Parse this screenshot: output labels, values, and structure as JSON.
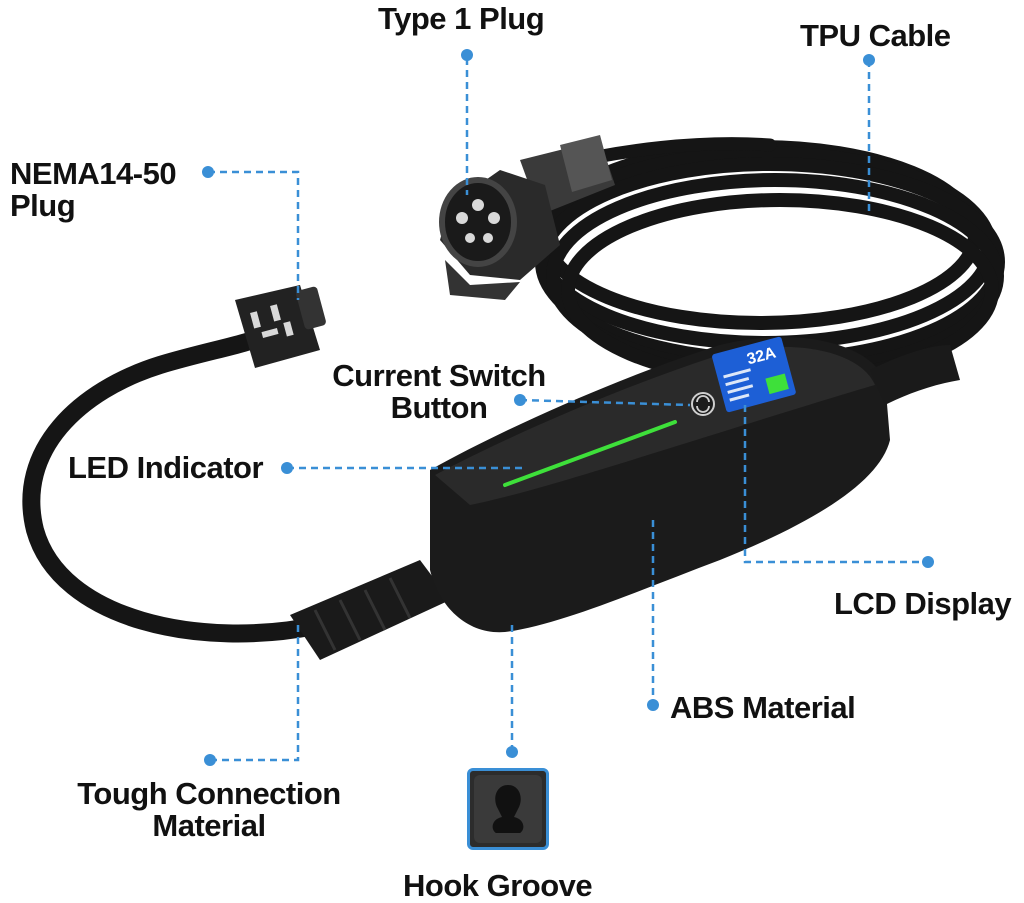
{
  "labels": {
    "type1_plug": "Type 1 Plug",
    "tpu_cable": "TPU Cable",
    "nema_plug_line1": "NEMA14-50",
    "nema_plug_line2": "Plug",
    "current_switch_line1": "Current Switch",
    "current_switch_line2": "Button",
    "led_indicator": "LED Indicator",
    "lcd_display": "LCD Display",
    "abs_material": "ABS Material",
    "tough_connection_line1": "Tough Connection",
    "tough_connection_line2": "Material",
    "hook_groove": "Hook Groove"
  },
  "lcd": {
    "current": "32A"
  },
  "colors": {
    "callout_line": "#3a8fd6",
    "callout_dot": "#3a8fd6",
    "led_green": "#3ee03a",
    "lcd_blue": "#1d5fd6",
    "body_black": "#1b1b1b",
    "cable_black": "#151515",
    "text": "#111111"
  },
  "icons": {
    "switch_button": "refresh-icon",
    "hook": "keyhole-icon"
  }
}
